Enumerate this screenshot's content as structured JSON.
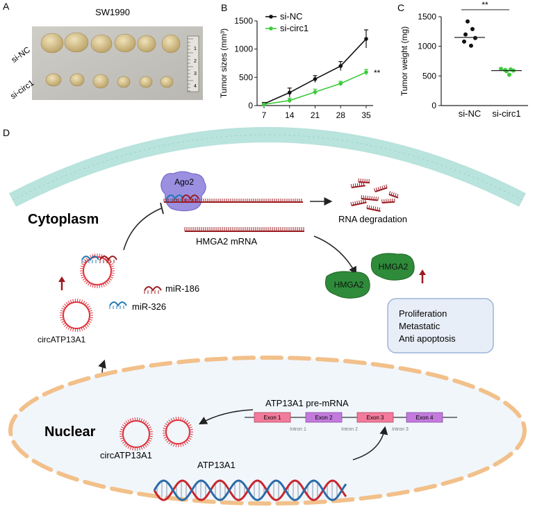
{
  "panelA": {
    "letter": "A",
    "title": "SW1990",
    "row_labels": [
      "si-NC",
      "si-circ1"
    ],
    "ruler_marks": [
      "1",
      "2",
      "3",
      "4"
    ]
  },
  "panelB": {
    "letter": "B",
    "sig": "**"
  },
  "panelC": {
    "letter": "C",
    "sig": "**"
  },
  "panelD": {
    "letter": "D",
    "cytoplasm": "Cytoplasm",
    "nuclear": "Nuclear",
    "ago2": "Ago2",
    "rna_degradation": "RNA degradation",
    "hmga2_mrna": "HMGA2 mRNA",
    "hmga2": "HMGA2",
    "mir186": "miR-186",
    "mir326": "miR-326",
    "circ": "circATP13A1",
    "outcomes": [
      "Proliferation",
      "Metastatic",
      "Anti apoptosis"
    ],
    "pre_mrna": "ATP13A1 pre-mRNA",
    "exons": [
      "Exon 1",
      "Exon 2",
      "Exon 3",
      "Exon 4"
    ],
    "introns": [
      "Intron 1",
      "Intron 2",
      "Intron 3"
    ],
    "gene": "ATP13A1"
  },
  "colors": {
    "nc": "#111111",
    "circ": "#3ccb3c",
    "rna": "#9b1c22",
    "mirna_blue": "#1f78b4",
    "hmga2": "#2e8b3a",
    "ago2": "#9b8fe0",
    "membrane": "#b9e3dd",
    "exon_pink": "#f27a9a",
    "exon_purple": "#c27bdb"
  },
  "chart_data": [
    {
      "type": "line",
      "panel": "B",
      "x": [
        7,
        14,
        21,
        28,
        35
      ],
      "series": [
        {
          "name": "si-NC",
          "values": [
            30,
            230,
            470,
            700,
            1180
          ],
          "errors": [
            25,
            80,
            60,
            80,
            160
          ]
        },
        {
          "name": "si-circ1",
          "values": [
            20,
            90,
            240,
            390,
            590
          ],
          "errors": [
            10,
            40,
            50,
            40,
            50
          ]
        }
      ],
      "ylabel": "Tumor sizes (mm³)",
      "yticks": [
        0,
        500,
        1000,
        1500
      ],
      "xticks": [
        7,
        14,
        21,
        28,
        35
      ],
      "ylim": [
        0,
        1500
      ],
      "xlim": [
        7,
        35
      ],
      "annotations": [
        "**"
      ],
      "legend": "top-left"
    },
    {
      "type": "scatter",
      "panel": "C",
      "categories": [
        "si-NC",
        "si-circ1"
      ],
      "series": [
        {
          "name": "si-NC",
          "values": [
            1420,
            1290,
            1200,
            1140,
            1080,
            1010
          ],
          "mean": 1150
        },
        {
          "name": "si-circ1",
          "values": [
            620,
            600,
            610,
            590,
            580,
            520
          ],
          "mean": 590
        }
      ],
      "ylabel": "Tumor weight (mg)",
      "yticks": [
        0,
        500,
        1000,
        1500
      ],
      "ylim": [
        0,
        1500
      ],
      "annotations": [
        "**"
      ]
    }
  ]
}
